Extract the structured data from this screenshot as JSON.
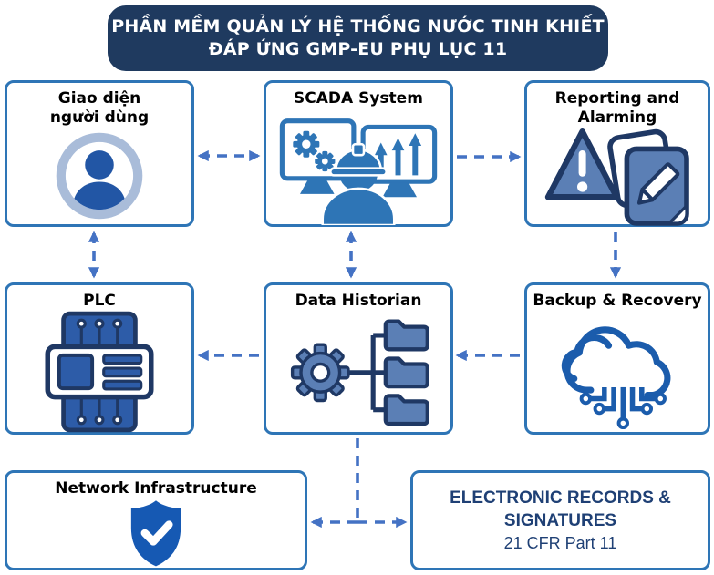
{
  "banner": {
    "line1": "PHẦN MỀM QUẢN LÝ HỆ THỐNG NƯỚC TINH KHIẾT",
    "line2": "ĐÁP ỨNG GMP-EU PHỤ LỤC 11"
  },
  "nodes": {
    "user_interface": {
      "label": "Giao diện\nngười dùng",
      "icon": "user-avatar-icon"
    },
    "scada": {
      "label": "SCADA System",
      "icon": "scada-operator-monitors-icon"
    },
    "reporting": {
      "label": "Reporting and\nAlarming",
      "icon": "alert-triangle-documents-icon"
    },
    "plc": {
      "label": "PLC",
      "icon": "plc-controller-icon"
    },
    "data_historian": {
      "label": "Data Historian",
      "icon": "gear-folder-tree-icon"
    },
    "backup": {
      "label": "Backup & Recovery",
      "icon": "cloud-circuit-icon"
    },
    "network": {
      "label": "Network Infrastructure",
      "icon": "shield-check-icon"
    },
    "records": {
      "title": "ELECTRONIC RECORDS & SIGNATURES",
      "subtitle": "21 CFR Part 11"
    }
  },
  "connections": [
    {
      "from": "user_interface",
      "to": "scada",
      "direction": "both",
      "style": "dashed"
    },
    {
      "from": "scada",
      "to": "reporting",
      "direction": "forward",
      "style": "dashed"
    },
    {
      "from": "user_interface",
      "to": "plc",
      "direction": "both",
      "style": "dashed"
    },
    {
      "from": "scada",
      "to": "data_historian",
      "direction": "both",
      "style": "dashed"
    },
    {
      "from": "reporting",
      "to": "backup",
      "direction": "forward",
      "style": "dashed"
    },
    {
      "from": "data_historian",
      "to": "plc",
      "direction": "forward",
      "style": "dashed"
    },
    {
      "from": "backup",
      "to": "data_historian",
      "direction": "forward",
      "style": "dashed"
    },
    {
      "from": "data_historian",
      "to": "network",
      "direction": "forward",
      "style": "dashed"
    },
    {
      "from": "data_historian",
      "to": "records",
      "direction": "forward",
      "style": "dashed"
    }
  ],
  "colors": {
    "banner_bg": "#1F3A5F",
    "box_border": "#2E75B6",
    "arrow": "#4472C4",
    "icon_navy": "#1F3864",
    "icon_blue": "#2E75B6",
    "icon_slate": "#5B7FB5",
    "icon_solid_blue": "#2D5CA8",
    "user_ring": "#A9BCD9",
    "user_person": "#2256A5",
    "cloud_blue": "#1B5CAC",
    "shield_blue": "#1659B3",
    "records_text": "#1F4075"
  }
}
